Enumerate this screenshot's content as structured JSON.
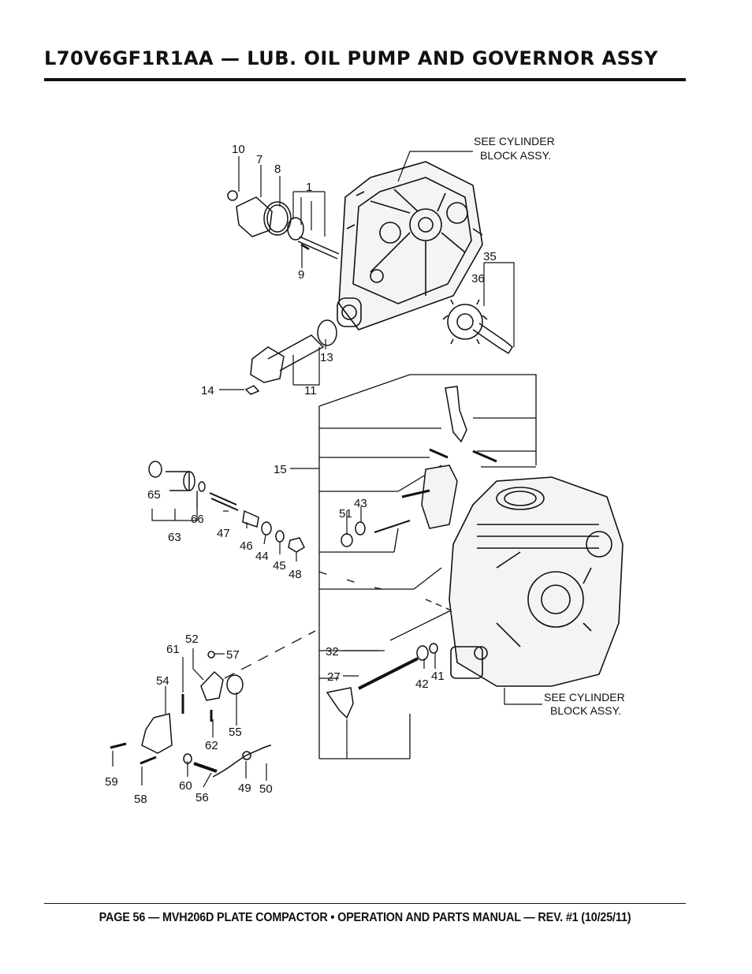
{
  "header": {
    "title": "L70V6GF1R1AA — LUB. OIL PUMP AND GOVERNOR ASSY"
  },
  "footer": {
    "text": "PAGE 56 — MVH206D PLATE COMPACTOR • OPERATION AND PARTS MANUAL — REV. #1 (10/25/11)"
  },
  "diagram": {
    "notes": {
      "top_line1": "SEE CYLINDER",
      "top_line2": "BLOCK ASSY.",
      "bottom_line1": "SEE CYLINDER",
      "bottom_line2": "BLOCK ASSY."
    },
    "callouts": {
      "p1": "1",
      "p7": "7",
      "p8": "8",
      "p9": "9",
      "p10": "10",
      "p11": "11",
      "p13": "13",
      "p14": "14",
      "p15": "15",
      "p27": "27",
      "p32": "32",
      "p35": "35",
      "p36": "36",
      "p41": "41",
      "p42": "42",
      "p43": "43",
      "p44": "44",
      "p45": "45",
      "p46": "46",
      "p47": "47",
      "p48": "48",
      "p49": "49",
      "p50": "50",
      "p51": "51",
      "p52": "52",
      "p54": "54",
      "p55": "55",
      "p56": "56",
      "p57": "57",
      "p58": "58",
      "p59": "59",
      "p60": "60",
      "p61": "61",
      "p62": "62",
      "p63": "63",
      "p65": "65",
      "p66": "66"
    }
  }
}
